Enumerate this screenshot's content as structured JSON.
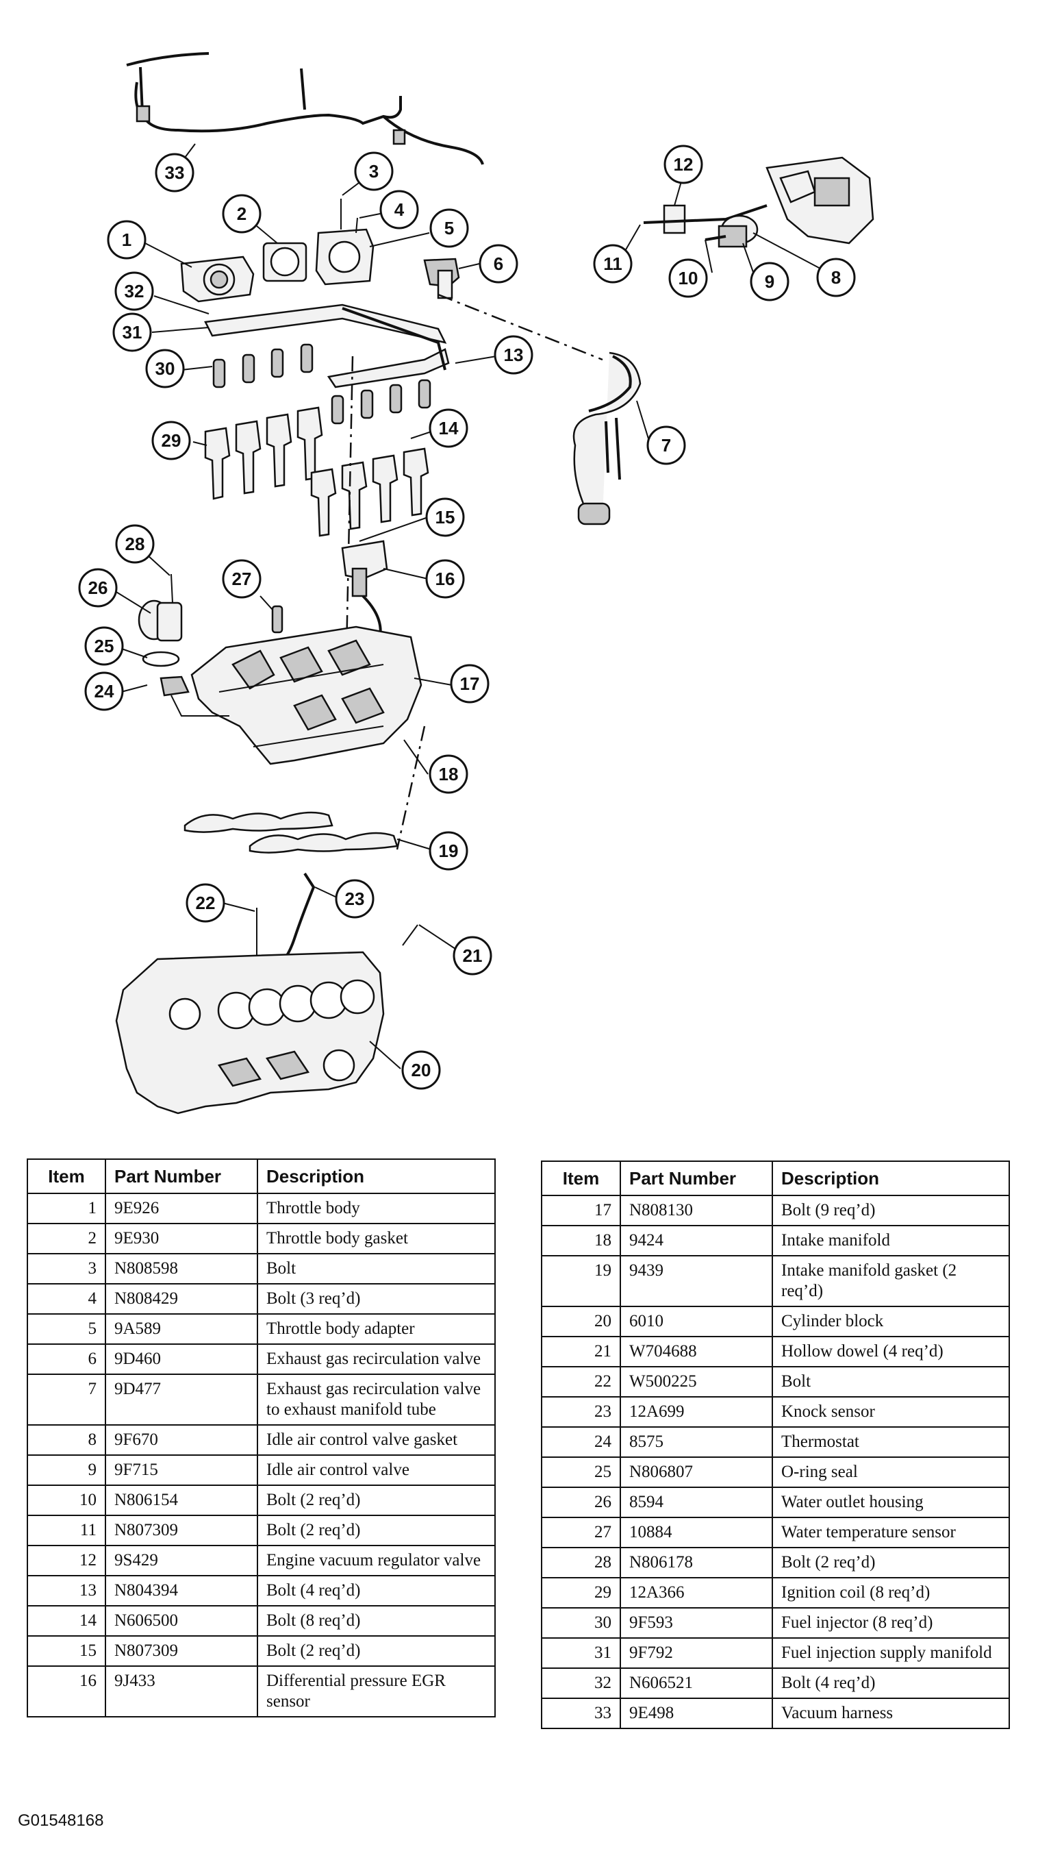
{
  "callouts": [
    "1",
    "2",
    "3",
    "4",
    "5",
    "6",
    "7",
    "8",
    "9",
    "10",
    "11",
    "12",
    "13",
    "14",
    "15",
    "16",
    "17",
    "18",
    "19",
    "20",
    "21",
    "22",
    "23",
    "24",
    "25",
    "26",
    "27",
    "28",
    "29",
    "30",
    "31",
    "32",
    "33"
  ],
  "table_headers": {
    "item": "Item",
    "part_number": "Part Number",
    "description": "Description"
  },
  "parts_left": [
    {
      "item": "1",
      "part": "9E926",
      "desc": "Throttle body"
    },
    {
      "item": "2",
      "part": "9E930",
      "desc": "Throttle body gasket"
    },
    {
      "item": "3",
      "part": "N808598",
      "desc": "Bolt"
    },
    {
      "item": "4",
      "part": "N808429",
      "desc": "Bolt (3 req’d)"
    },
    {
      "item": "5",
      "part": "9A589",
      "desc": "Throttle body adapter"
    },
    {
      "item": "6",
      "part": "9D460",
      "desc": "Exhaust gas recirculation valve"
    },
    {
      "item": "7",
      "part": "9D477",
      "desc": "Exhaust gas recirculation valve to exhaust manifold tube"
    },
    {
      "item": "8",
      "part": "9F670",
      "desc": "Idle air control valve gasket"
    },
    {
      "item": "9",
      "part": "9F715",
      "desc": "Idle air control valve"
    },
    {
      "item": "10",
      "part": "N806154",
      "desc": "Bolt (2 req’d)"
    },
    {
      "item": "11",
      "part": "N807309",
      "desc": "Bolt (2 req’d)"
    },
    {
      "item": "12",
      "part": "9S429",
      "desc": "Engine vacuum regulator valve"
    },
    {
      "item": "13",
      "part": "N804394",
      "desc": "Bolt (4 req’d)"
    },
    {
      "item": "14",
      "part": "N606500",
      "desc": "Bolt (8 req’d)"
    },
    {
      "item": "15",
      "part": "N807309",
      "desc": "Bolt (2 req’d)"
    },
    {
      "item": "16",
      "part": "9J433",
      "desc": "Differential pressure EGR sensor"
    }
  ],
  "parts_right": [
    {
      "item": "17",
      "part": "N808130",
      "desc": "Bolt (9 req’d)"
    },
    {
      "item": "18",
      "part": "9424",
      "desc": "Intake manifold"
    },
    {
      "item": "19",
      "part": "9439",
      "desc": "Intake manifold gasket (2 req’d)"
    },
    {
      "item": "20",
      "part": "6010",
      "desc": "Cylinder block"
    },
    {
      "item": "21",
      "part": "W704688",
      "desc": "Hollow dowel (4 req’d)"
    },
    {
      "item": "22",
      "part": "W500225",
      "desc": "Bolt"
    },
    {
      "item": "23",
      "part": "12A699",
      "desc": "Knock sensor"
    },
    {
      "item": "24",
      "part": "8575",
      "desc": "Thermostat"
    },
    {
      "item": "25",
      "part": "N806807",
      "desc": "O-ring seal"
    },
    {
      "item": "26",
      "part": "8594",
      "desc": "Water outlet housing"
    },
    {
      "item": "27",
      "part": "10884",
      "desc": "Water temperature sensor"
    },
    {
      "item": "28",
      "part": "N806178",
      "desc": "Bolt (2 req’d)"
    },
    {
      "item": "29",
      "part": "12A366",
      "desc": "Ignition coil (8 req’d)"
    },
    {
      "item": "30",
      "part": "9F593",
      "desc": "Fuel injector (8 req’d)"
    },
    {
      "item": "31",
      "part": "9F792",
      "desc": "Fuel injection supply manifold"
    },
    {
      "item": "32",
      "part": "N606521",
      "desc": "Bolt (4 req’d)"
    },
    {
      "item": "33",
      "part": "9E498",
      "desc": "Vacuum harness"
    }
  ],
  "figure_code": "G01548168"
}
